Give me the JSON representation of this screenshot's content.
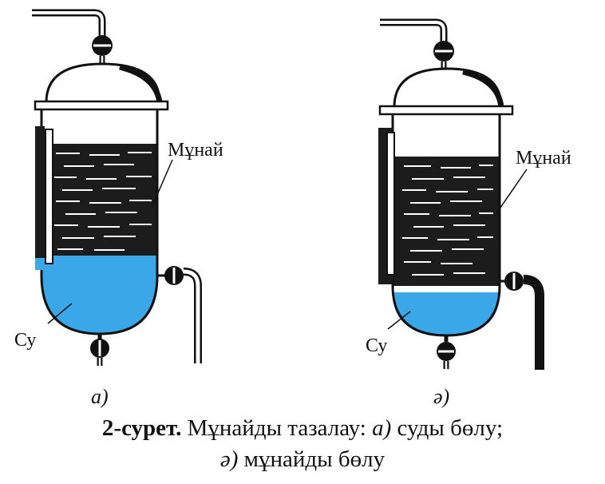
{
  "colors": {
    "oil": "#1c1c1c",
    "water": "#3aa8e8",
    "outline": "#111111",
    "background": "#ffffff"
  },
  "left_apparatus": {
    "oil_label": "Мұнай",
    "water_label": "Су",
    "sublabel": "а)"
  },
  "right_apparatus": {
    "oil_label": "Мұнай",
    "water_label": "Су",
    "sublabel": "ә)"
  },
  "caption": {
    "figure_number": "2-сурет.",
    "title_part": "Мұнайды тазалау:",
    "item_a_marker": "а)",
    "item_a_text": "суды бөлу;",
    "item_b_marker": "ә)",
    "item_b_text": "мұнайды бөлу"
  }
}
